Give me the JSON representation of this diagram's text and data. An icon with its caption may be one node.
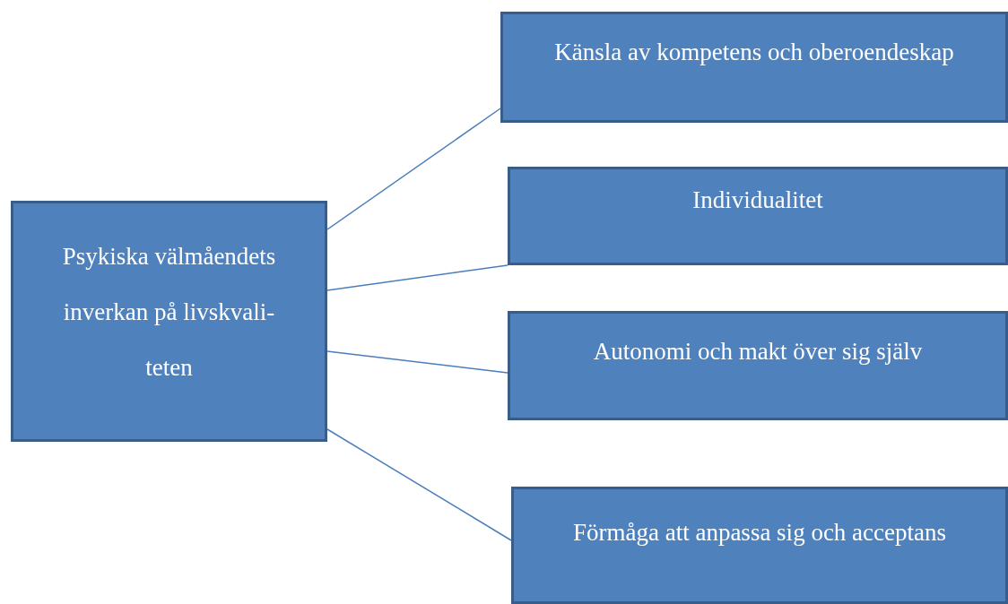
{
  "diagram": {
    "nodes": [
      {
        "text": [
          "Psykiska välmåendets inverkan på livskvali-teten"
        ]
      },
      {
        "text": [
          "Känsla av kompetens  och oberoendeskap"
        ]
      },
      {
        "text": [
          "Individualitet"
        ]
      },
      {
        "text": [
          "Autonomi och makt över sig själv"
        ]
      },
      {
        "text": [
          "Förmåga att anpassa sig och acceptans"
        ]
      }
    ],
    "edges": [
      {
        "from": 0,
        "to": 1,
        "arrow": "none"
      },
      {
        "from": 0,
        "to": 2,
        "arrow": "none"
      },
      {
        "from": 0,
        "to": 3,
        "arrow": "none"
      },
      {
        "from": 0,
        "to": 4,
        "arrow": "none"
      }
    ]
  }
}
